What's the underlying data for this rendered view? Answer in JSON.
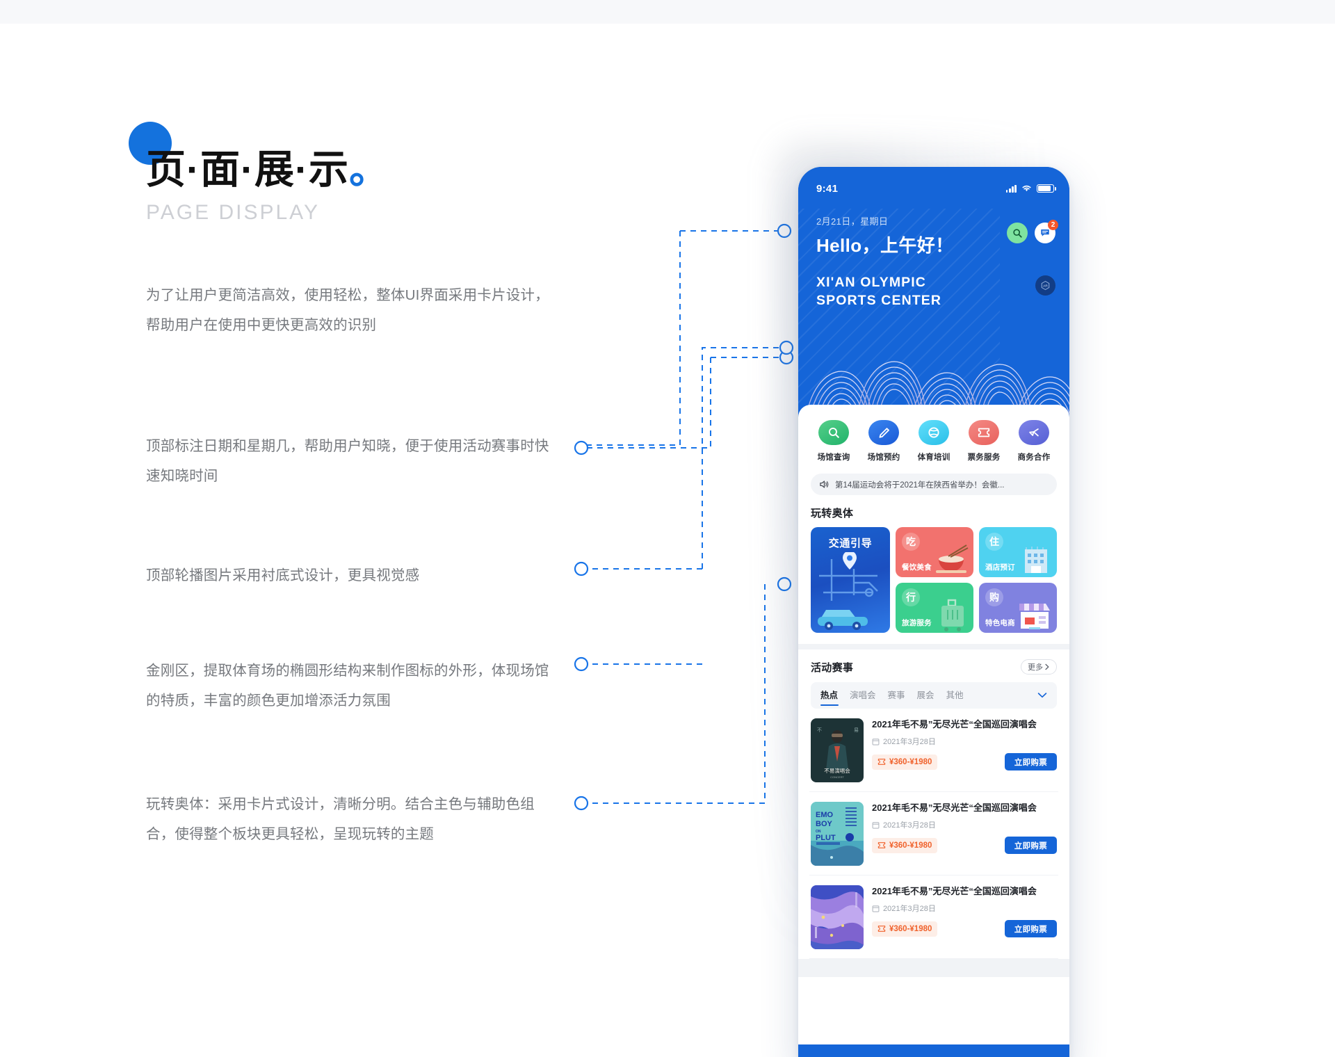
{
  "heading": {
    "title_cn": "页·面·展·示",
    "title_dot": "。",
    "title_en": "PAGE DISPLAY"
  },
  "annotations": [
    "为了让用户更简洁高效，使用轻松，整体UI界面采用卡片设计，帮助用户在使用中更快更高效的识别",
    "顶部标注日期和星期几，帮助用户知晓，便于使用活动赛事时快速知晓时间",
    "顶部轮播图片采用衬底式设计，更具视觉感",
    "金刚区，提取体育场的椭圆形结构来制作图标的外形，体现场馆的特质，丰富的颜色更加增添活力氛围",
    "玩转奥体：采用卡片式设计，清晰分明。结合主色与辅助色组合，使得整个板块更具轻松，呈现玩转的主题"
  ],
  "colors": {
    "brand_blue": "#1565d8",
    "accent_green": "#7fe3a0",
    "badge_red": "#f5562a",
    "price_orange": "#f0622c"
  },
  "phone": {
    "status_bar": {
      "time": "9:41",
      "signal_icon": "signal-bars-icon",
      "wifi_icon": "wifi-icon",
      "battery_icon": "battery-icon"
    },
    "header": {
      "date": "2月21日，星期日",
      "greeting": "Hello，上午好！",
      "search_icon": "search-icon",
      "message_icon": "message-icon",
      "message_badge": "2",
      "ar_icon": "ar-icon",
      "brand_line1": "XI'AN OLYMPIC",
      "brand_line2": "SPORTS  CENTER"
    },
    "quick_actions": [
      {
        "label": "场馆查询",
        "icon": "search-icon"
      },
      {
        "label": "场馆预约",
        "icon": "pencil-icon"
      },
      {
        "label": "体育培训",
        "icon": "ball-icon"
      },
      {
        "label": "票务服务",
        "icon": "ticket-icon"
      },
      {
        "label": "商务合作",
        "icon": "handshake-icon"
      }
    ],
    "notice": {
      "icon": "speaker-icon",
      "text": "第14届运动会将于2021年在陕西省举办！会徽..."
    },
    "play_section": {
      "title": "玩转奥体",
      "traffic_card": {
        "title": "交通引导",
        "icon": "map-car-icon"
      },
      "cards": [
        {
          "badge": "吃",
          "sub": "餐饮美食",
          "icon": "noodle-bowl-icon"
        },
        {
          "badge": "住",
          "sub": "酒店预订",
          "icon": "hotel-icon"
        },
        {
          "badge": "行",
          "sub": "旅游服务",
          "icon": "luggage-icon"
        },
        {
          "badge": "购",
          "sub": "特色电商",
          "icon": "shop-icon"
        }
      ]
    },
    "events": {
      "title": "活动赛事",
      "more_label": "更多",
      "more_icon": "chevron-right-icon",
      "tabs": [
        "热点",
        "演唱会",
        "赛事",
        "展会",
        "其他"
      ],
      "active_tab": "热点",
      "expand_icon": "chevron-down-icon",
      "items": [
        {
          "title": "2021年毛不易”无尽光芒“全国巡回演唱会",
          "date": "2021年3月28日",
          "date_icon": "calendar-icon",
          "price": "¥360-¥1980",
          "price_icon": "ticket-icon",
          "button": "立即购票",
          "poster": "poster-maobuyi-portrait"
        },
        {
          "title": "2021年毛不易”无尽光芒“全国巡回演唱会",
          "date": "2021年3月28日",
          "date_icon": "calendar-icon",
          "price": "¥360-¥1980",
          "price_icon": "ticket-icon",
          "button": "立即购票",
          "poster": "poster-emo-boy-on-pluto"
        },
        {
          "title": "2021年毛不易”无尽光芒“全国巡回演唱会",
          "date": "2021年3月28日",
          "date_icon": "calendar-icon",
          "price": "¥360-¥1980",
          "price_icon": "ticket-icon",
          "button": "立即购票",
          "poster": "poster-purple-abstract"
        }
      ]
    }
  }
}
